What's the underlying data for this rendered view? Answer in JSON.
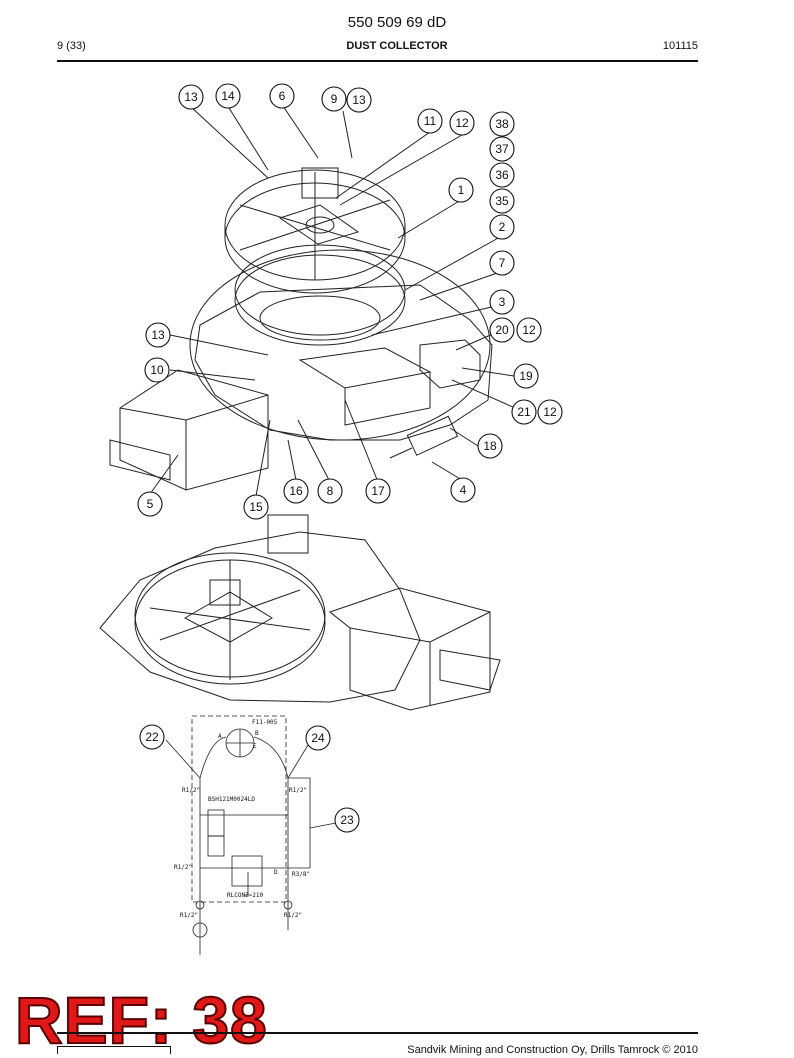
{
  "header": {
    "document_number": "550 509 69 dD",
    "page": "9 (33)",
    "title": "DUST COLLECTOR",
    "code": "101115"
  },
  "stamp": {
    "text": "REF: 38",
    "color": "#e01818"
  },
  "footer": {
    "copyright": "Sandvik Mining and Construction Oy, Drills Tamrock © 2010"
  },
  "callouts": [
    "13",
    "14",
    "6",
    "9",
    "13",
    "11",
    "12",
    "38",
    "37",
    "36",
    "1",
    "35",
    "2",
    "7",
    "3",
    "20",
    "12",
    "13",
    "10",
    "19",
    "21",
    "12",
    "18",
    "5",
    "15",
    "16",
    "8",
    "17",
    "4",
    "22",
    "24",
    "23"
  ],
  "schematic": {
    "component": "F11-005",
    "port_a": "A",
    "port_b": "B",
    "port_e": "E",
    "port_d": "D",
    "valve": "BSH121M0024LD",
    "relief": "RLCONZ-210",
    "fit_r12": "R1/2\"",
    "fit_r38": "R3/8\""
  }
}
